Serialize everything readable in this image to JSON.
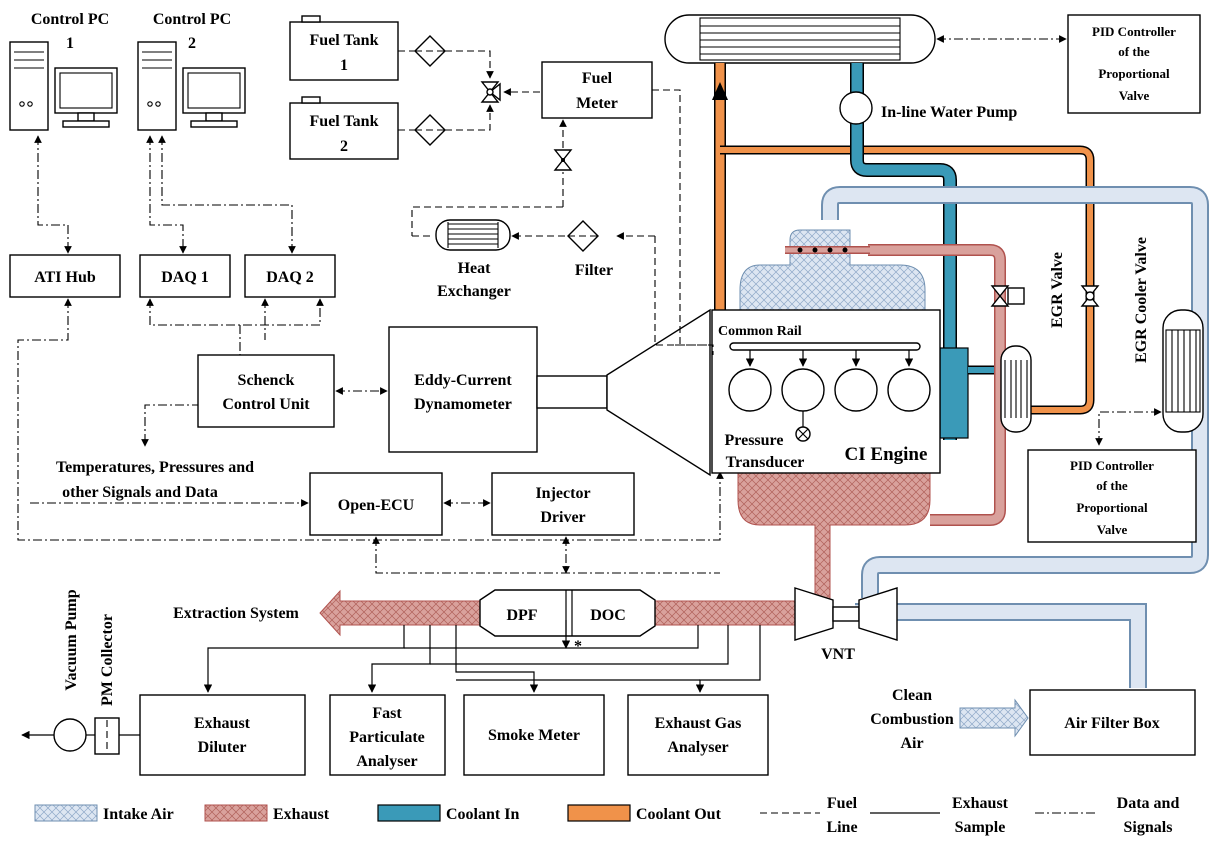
{
  "pcs": {
    "pc1_label_line1": "Control PC",
    "pc1_label_line2": "1",
    "pc2_label_line1": "Control PC",
    "pc2_label_line2": "2"
  },
  "boxes": {
    "ati_hub": "ATI Hub",
    "daq1": "DAQ 1",
    "daq2": "DAQ 2",
    "schenck_line1": "Schenck",
    "schenck_line2": "Control Unit",
    "dyno_line1": "Eddy-Current",
    "dyno_line2": "Dynamometer",
    "open_ecu": "Open-ECU",
    "injector_line1": "Injector",
    "injector_line2": "Driver",
    "fuel_tank1_line1": "Fuel Tank",
    "fuel_tank1_line2": "1",
    "fuel_tank2_line1": "Fuel Tank",
    "fuel_tank2_line2": "2",
    "fuel_meter_line1": "Fuel",
    "fuel_meter_line2": "Meter",
    "pid_top_line1": "PID Controller",
    "pid_top_line2": "of the",
    "pid_top_line3": "Proportional",
    "pid_top_line4": "Valve",
    "pid_mid_line1": "PID Controller",
    "pid_mid_line2": "of the",
    "pid_mid_line3": "Proportional",
    "pid_mid_line4": "Valve",
    "exhaust_diluter_line1": "Exhaust",
    "exhaust_diluter_line2": "Diluter",
    "fpa_line1": "Fast",
    "fpa_line2": "Particulate",
    "fpa_line3": "Analyser",
    "smoke_meter": "Smoke Meter",
    "ega_line1": "Exhaust Gas",
    "ega_line2": "Analyser",
    "air_filter_box": "Air Filter Box"
  },
  "labels": {
    "heat_exchanger_line1": "Heat",
    "heat_exchanger_line2": "Exchanger",
    "filter": "Filter",
    "inline_water_pump": "In-line Water Pump",
    "common_rail": "Common Rail",
    "pressure_line1": "Pressure",
    "pressure_line2": "Transducer",
    "ci_engine": "CI Engine",
    "egr_valve": "EGR Valve",
    "egr_cooler_valve": "EGR Cooler Valve",
    "signals_line1": "Temperatures, Pressures and",
    "signals_line2": "other Signals and Data",
    "extraction_system": "Extraction System",
    "dpf": "DPF",
    "doc": "DOC",
    "asterisk": "*",
    "vnt": "VNT",
    "vacuum_pump": "Vacuum Pump",
    "pm_collector": "PM Collector",
    "clean_air_line1": "Clean",
    "clean_air_line2": "Combustion",
    "clean_air_line3": "Air"
  },
  "legend": {
    "intake_air": "Intake Air",
    "exhaust": "Exhaust",
    "coolant_in": "Coolant In",
    "coolant_out": "Coolant Out",
    "fuel_line1": "Fuel",
    "fuel_line2": "Line",
    "exhaust_sample_line1": "Exhaust",
    "exhaust_sample_line2": "Sample",
    "data_line1": "Data and",
    "data_line2": "Signals"
  },
  "colors": {
    "coolant_in": "#3a9ab8",
    "coolant_out": "#f0924a",
    "exhaust": "#c8827c",
    "intake_air": "#c9d6e8"
  }
}
